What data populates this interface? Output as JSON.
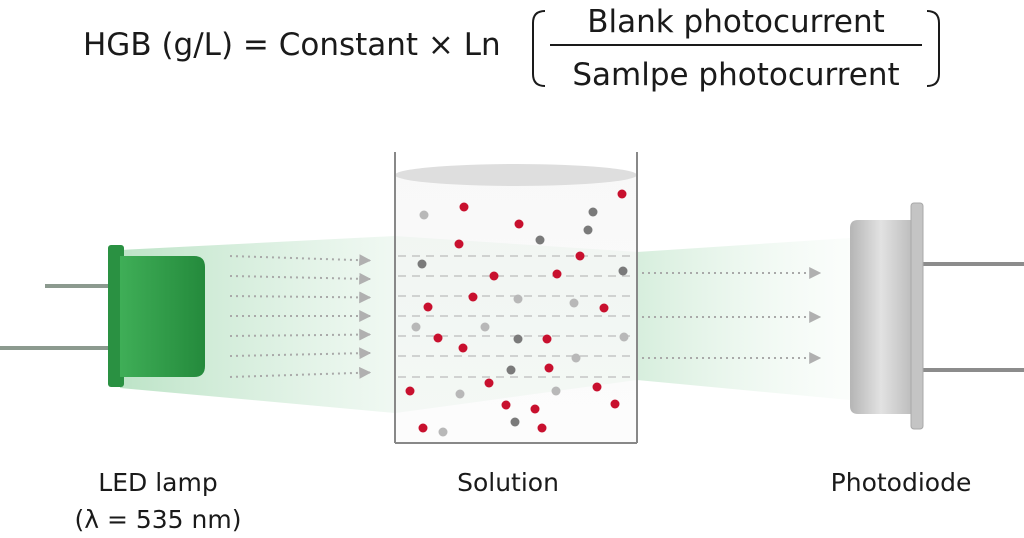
{
  "formula": {
    "lhs": "HGB (g/L) = Constant × Ln",
    "numerator": "Blank photocurrent",
    "denominator": "Samlpe photocurrent"
  },
  "labels": {
    "led": "LED lamp",
    "wavelength": "(λ = 535 nm)",
    "solution": "Solution",
    "photodiode": "Photodiode"
  },
  "colors": {
    "led_green": "#2e9e48",
    "beam_green": "#cfead6",
    "red_particle": "#c8102e",
    "dark_gray_particle": "#7a7a7a",
    "light_gray_particle": "#b8b8b8",
    "housing_gray": "#c9c9c9"
  }
}
